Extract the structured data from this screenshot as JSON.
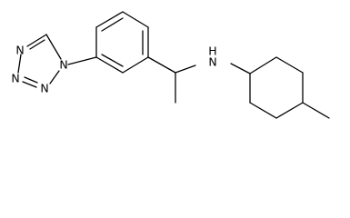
{
  "molecule": {
    "atom_labels": {
      "tetrazole_n1": "N",
      "tetrazole_n2": "N",
      "tetrazole_n3": "N",
      "tetrazole_n4": "N",
      "amine_nh": "H",
      "amine_n": "N"
    },
    "colors": {
      "bond": "#000000",
      "text": "#000000",
      "background": "#ffffff"
    }
  }
}
